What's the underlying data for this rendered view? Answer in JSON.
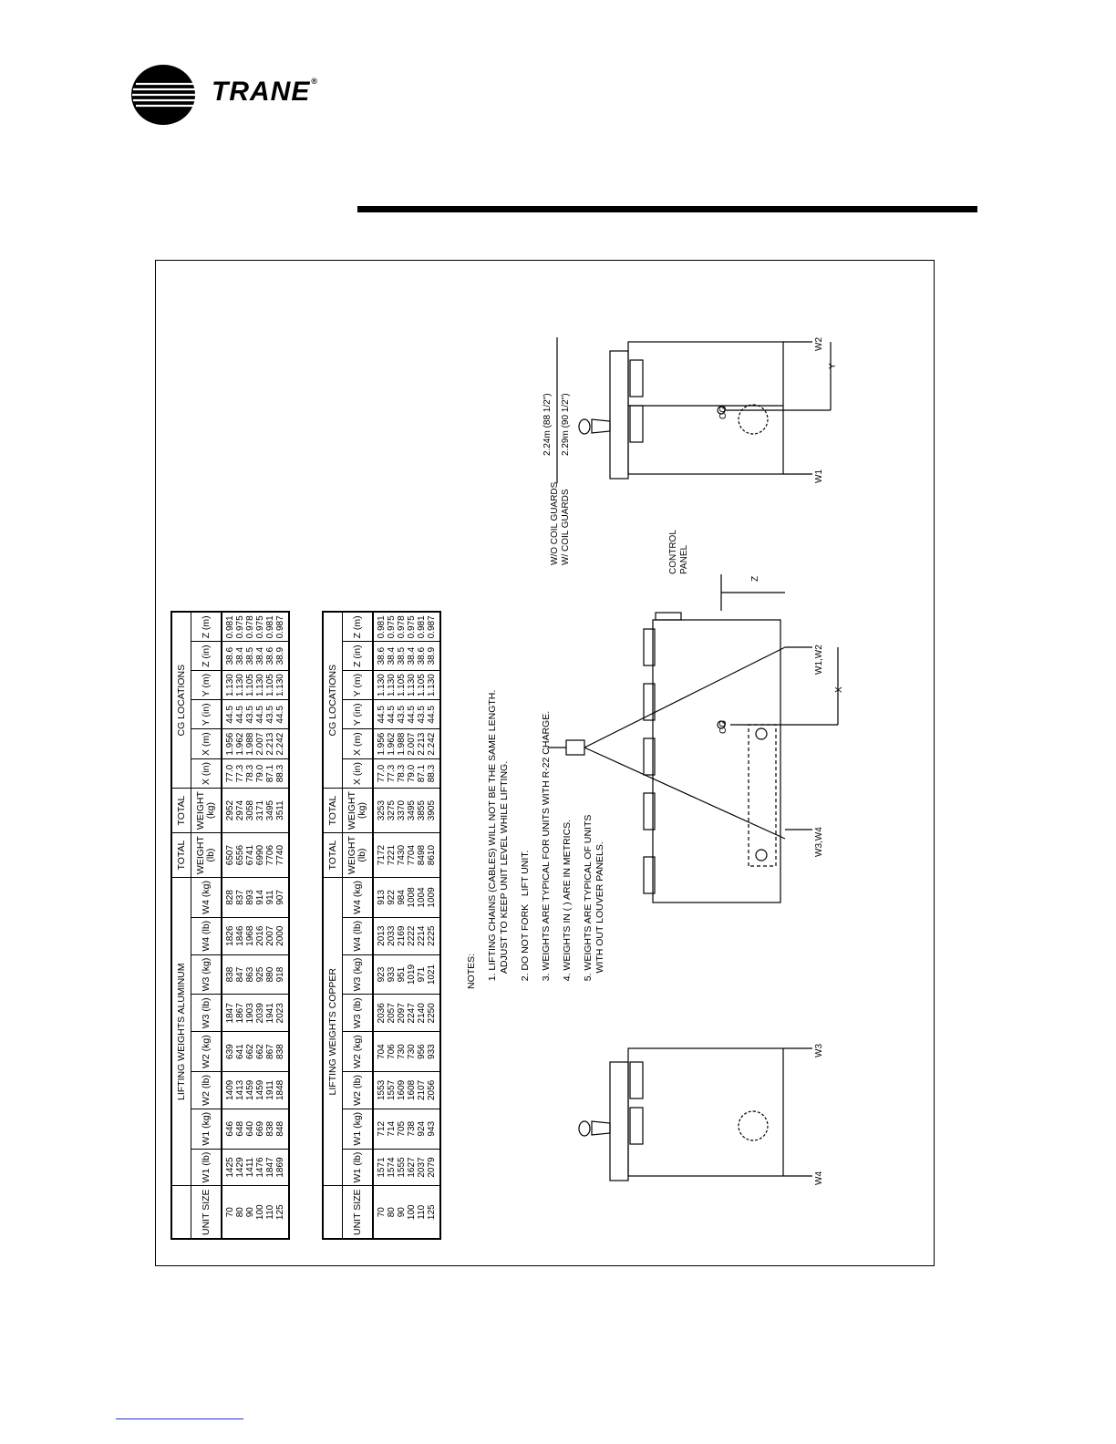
{
  "header": {
    "brand": "TRANE",
    "trademark": "®"
  },
  "tables": [
    {
      "title": "LIFTING WEIGHTS ALUMINUM",
      "cg_title": "CG LOCATIONS",
      "total_label": "TOTAL",
      "weight_label": "WEIGHT",
      "columns": [
        "UNIT SIZE",
        "W1 (lb)",
        "W1 (kg)",
        "W2 (lb)",
        "W2 (kg)",
        "W3 (lb)",
        "W3 (kg)",
        "W4 (lb)",
        "W4 (kg)",
        "(lb)",
        "(kg)",
        "X (in)",
        "X (m)",
        "Y (in)",
        "Y (m)",
        "Z (in)",
        "Z (m)"
      ],
      "rows": [
        [
          "70",
          "1425",
          "646",
          "1409",
          "639",
          "1847",
          "838",
          "1826",
          "828",
          "6507",
          "2952",
          "77.0",
          "1.956",
          "44.5",
          "1.130",
          "38.6",
          "0.981"
        ],
        [
          "80",
          "1429",
          "648",
          "1413",
          "641",
          "1867",
          "847",
          "1846",
          "837",
          "6556",
          "2974",
          "77.3",
          "1.962",
          "44.5",
          "1.130",
          "38.4",
          "0.975"
        ],
        [
          "90",
          "1411",
          "640",
          "1459",
          "662",
          "1903",
          "863",
          "1968",
          "893",
          "6741",
          "3058",
          "78.3",
          "1.988",
          "43.5",
          "1.105",
          "38.5",
          "0.978"
        ],
        [
          "100",
          "1476",
          "669",
          "1459",
          "662",
          "2039",
          "925",
          "2016",
          "914",
          "6990",
          "3171",
          "79.0",
          "2.007",
          "44.5",
          "1.130",
          "38.4",
          "0.975"
        ],
        [
          "110",
          "1847",
          "838",
          "1911",
          "867",
          "1941",
          "880",
          "2007",
          "911",
          "7706",
          "3495",
          "87.1",
          "2.213",
          "43.5",
          "1.105",
          "38.6",
          "0.981"
        ],
        [
          "125",
          "1869",
          "848",
          "1848",
          "838",
          "2023",
          "918",
          "2000",
          "907",
          "7740",
          "3511",
          "88.3",
          "2.242",
          "44.5",
          "1.130",
          "38.9",
          "0.987"
        ]
      ]
    },
    {
      "title": "LIFTING WEIGHTS COPPER",
      "cg_title": "CG LOCATIONS",
      "total_label": "TOTAL",
      "weight_label": "WEIGHT",
      "columns": [
        "UNIT SIZE",
        "W1 (lb)",
        "W1 (kg)",
        "W2 (lb)",
        "W2 (kg)",
        "W3 (lb)",
        "W3 (kg)",
        "W4 (lb)",
        "W4 (kg)",
        "(lb)",
        "(kg)",
        "X (in)",
        "X (m)",
        "Y (in)",
        "Y (m)",
        "Z (in)",
        "Z (m)"
      ],
      "rows": [
        [
          "70",
          "1571",
          "712",
          "1553",
          "704",
          "2036",
          "923",
          "2013",
          "913",
          "7172",
          "3253",
          "77.0",
          "1.956",
          "44.5",
          "1.130",
          "38.6",
          "0.981"
        ],
        [
          "80",
          "1574",
          "714",
          "1557",
          "706",
          "2057",
          "933",
          "2033",
          "922",
          "7221",
          "3275",
          "77.3",
          "1.962",
          "44.5",
          "1.130",
          "38.4",
          "0.975"
        ],
        [
          "90",
          "1555",
          "705",
          "1609",
          "730",
          "2097",
          "951",
          "2169",
          "984",
          "7430",
          "3370",
          "78.3",
          "1.988",
          "43.5",
          "1.105",
          "38.5",
          "0.978"
        ],
        [
          "100",
          "1627",
          "738",
          "1608",
          "730",
          "2247",
          "1019",
          "2222",
          "1008",
          "7704",
          "3495",
          "79.0",
          "2.007",
          "44.5",
          "1.130",
          "38.4",
          "0.975"
        ],
        [
          "110",
          "2037",
          "924",
          "2107",
          "956",
          "2140",
          "971",
          "2214",
          "1004",
          "8498",
          "3855",
          "87.1",
          "2.213",
          "43.5",
          "1.105",
          "38.6",
          "0.981"
        ],
        [
          "125",
          "2079",
          "943",
          "2056",
          "933",
          "2250",
          "1021",
          "2225",
          "1009",
          "8610",
          "3905",
          "88.3",
          "2.242",
          "44.5",
          "1.130",
          "38.9",
          "0.987"
        ]
      ]
    }
  ],
  "notes": [
    "NOTES:",
    "   1. LIFTING CHAINS (CABLES) WILL NOT BE THE SAME LENGTH.\n      ADJUST TO KEEP UNIT LEVEL WHILE LIFTING.",
    "   2. DO NOT FORK   LIFT UNIT.",
    "   3. WEIGHTS ARE TYPICAL FOR UNITS WITH R-22 CHARGE.",
    "   4. WEIGHTS IN ( ) ARE IN METRICS.",
    "   5. WEIGHTS ARE TYPICAL OF UNITS\n      WITH OUT LOUVER PANELS."
  ],
  "drawing": {
    "control_panel": "CONTROL",
    "control_panel_2": "PANEL",
    "cg": "CG",
    "w1w2": "W1,W2",
    "w3w4": "W3,W4",
    "w1": "W1",
    "w2": "W2",
    "w3": "W3",
    "w4": "W4",
    "x": "X",
    "y": "Y",
    "z": "Z",
    "wo_coil_guards": "W/O COIL GUARDS",
    "w_coil_guards": "W/ COIL GUARDS",
    "dim1": "2.24m  (88 1/2\")",
    "dim2": "2.29m  (90 1/2\")"
  }
}
